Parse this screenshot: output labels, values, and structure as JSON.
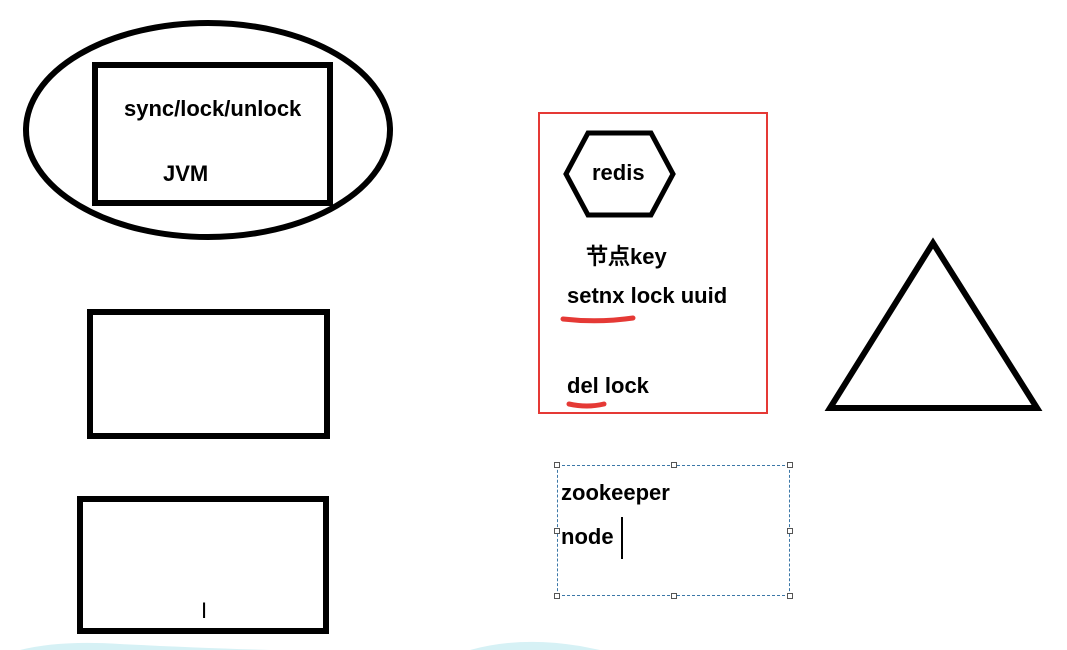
{
  "canvas": {
    "background": "#ffffff",
    "stroke_color": "#000000",
    "highlight_color": "#e53935",
    "selection_color": "#3c78a8"
  },
  "jvm_group": {
    "line1": "sync/lock/unlock",
    "line2": "JVM"
  },
  "redis_group": {
    "hexagon_label": "redis",
    "node_key": "节点key",
    "setnx": "setnx lock uuid",
    "del": "del lock"
  },
  "zookeeper_textbox": {
    "line1": "zookeeper",
    "line2": "node"
  },
  "cursor_icons": [
    "text-cursor-icon",
    "i-beam-icon"
  ]
}
